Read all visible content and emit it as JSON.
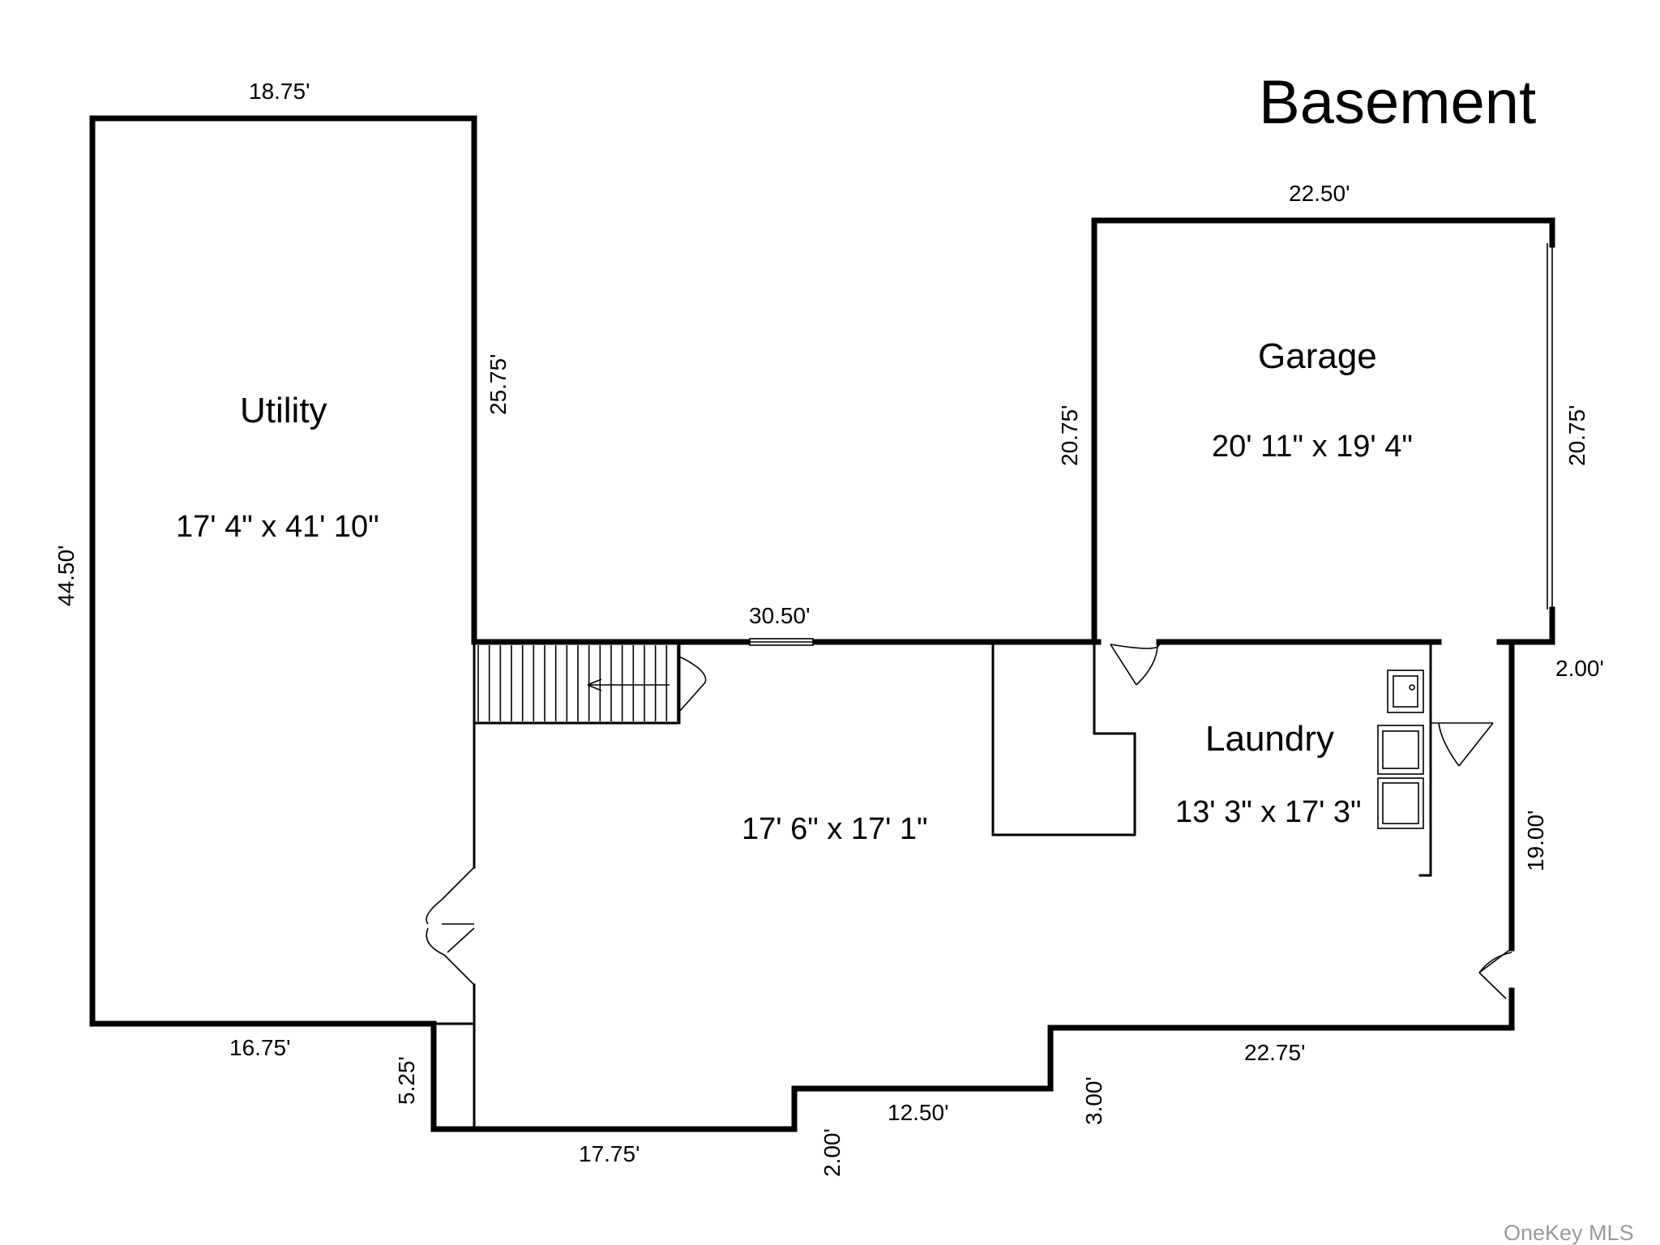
{
  "title": "Basement",
  "rooms": {
    "utility": {
      "name": "Utility",
      "size": "17' 4\" x 41' 10\""
    },
    "garage": {
      "name": "Garage",
      "size": "20' 11\" x 19' 4\""
    },
    "laundry": {
      "name": "Laundry",
      "size": "13' 3\" x 17' 3\""
    },
    "main": {
      "size": "17' 6\" x 17' 1\""
    }
  },
  "dimensions": {
    "utility_top": "18.75'",
    "utility_left": "44.50'",
    "utility_right": "25.75'",
    "utility_bottom": "16.75'",
    "step_left": "5.25'",
    "bottom_left": "17.75'",
    "step_mid": "2.00'",
    "bottom_mid": "12.50'",
    "step_right": "3.00'",
    "bottom_right": "22.75'",
    "main_top": "30.50'",
    "garage_top": "22.50'",
    "garage_left": "20.75'",
    "garage_right": "20.75'",
    "right_jog": "2.00'",
    "laundry_right": "19.00'"
  },
  "watermark": "OneKey MLS"
}
